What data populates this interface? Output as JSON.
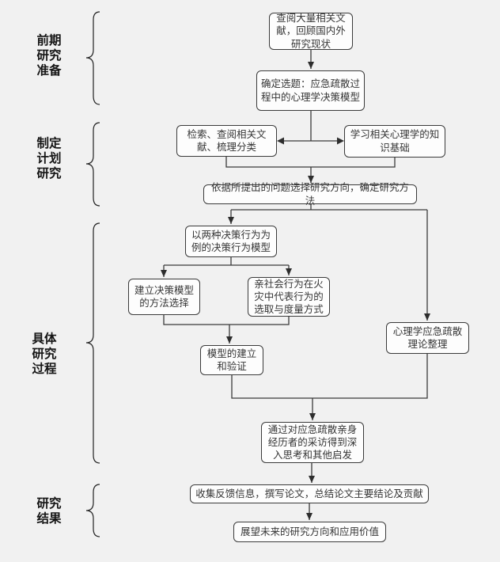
{
  "colors": {
    "background": "#f1f1f1",
    "box_fill": "#fdfdfd",
    "box_border": "#3a3a3a",
    "connector_line": "#3a3a3a",
    "arrowhead": "#2d2d2d",
    "box_text": "#363636",
    "stage_text": "#141414"
  },
  "stages": [
    {
      "id": "preparation",
      "text": "前期\n研究\n准备"
    },
    {
      "id": "planning",
      "text": "制定\n计划\n研究"
    },
    {
      "id": "process",
      "text": "具体\n研究\n过程"
    },
    {
      "id": "results",
      "text": "研究\n结果"
    }
  ],
  "boxes": [
    {
      "id": "literature-review",
      "text": "查阅大量相关文\n献，回顾国内外\n研究现状"
    },
    {
      "id": "topic-selection",
      "text": "确定选题：应急疏散过\n程中的心理学决策模型"
    },
    {
      "id": "search-classify",
      "text": "检索、查阅相关文\n献、梳理分类"
    },
    {
      "id": "psychology-knowledge",
      "text": "学习相关心理学的知\n识基础"
    },
    {
      "id": "research-direction",
      "text": "依据所提出的问题选择研究方向，确定研究方法"
    },
    {
      "id": "decision-behavior-model",
      "text": "以两种决策行为为\n例的决策行为模型"
    },
    {
      "id": "model-method-selection",
      "text": "建立决策模型\n的方法选择"
    },
    {
      "id": "prosocial-behavior",
      "text": "亲社会行为在火\n灾中代表行为的\n选取与度量方式"
    },
    {
      "id": "model-build-validate",
      "text": "模型的建立\n和验证"
    },
    {
      "id": "psychology-theory",
      "text": "心理学应急疏散\n理论整理"
    },
    {
      "id": "interview-insights",
      "text": "通过对应急疏散亲身\n经历者的采访得到深\n入思考和其他启发"
    },
    {
      "id": "feedback-thesis",
      "text": "收集反馈信息，撰写论文，总结论文主要结论及贡献"
    },
    {
      "id": "future-outlook",
      "text": "展望未来的研究方向和应用价值"
    }
  ]
}
